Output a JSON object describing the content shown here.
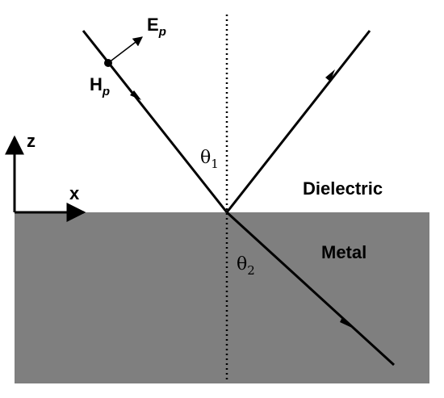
{
  "labels": {
    "z_axis": "z",
    "x_axis": "x",
    "field_e": "E",
    "field_e_sub": "p",
    "field_h": "H",
    "field_h_sub": "p",
    "theta_1": "θ",
    "theta_1_sub": "1",
    "theta_2": "θ",
    "theta_2_sub": "2",
    "upper_medium": "Dielectric",
    "lower_medium": "Metal"
  },
  "colors": {
    "metal_fill": "#7f7f7f",
    "dielectric_fill": "#ffffff",
    "line": "#000000"
  }
}
